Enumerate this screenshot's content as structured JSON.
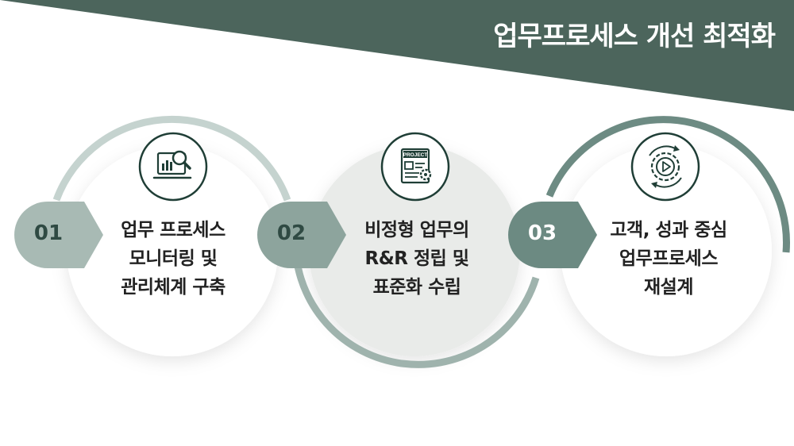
{
  "title": "업무프로세스 개선 최적화",
  "colors": {
    "banner": "#4c655c",
    "arc1": "#c5d3cf",
    "arc2": "#9fb3ad",
    "arc3": "#6d8b83",
    "bubble1": "#a8bab4",
    "bubble2": "#8da49d",
    "bubble3": "#6c8a82",
    "icon": "#1f3e36"
  },
  "steps": [
    {
      "number": "01",
      "lines": [
        "업무 프로세스",
        "모니터링 및",
        "관리체계 구축"
      ],
      "icon": "monitoring-analytics-icon"
    },
    {
      "number": "02",
      "lines": [
        "비정형 업무의",
        "R&R 정립 및",
        "표준화 수립"
      ],
      "icon_text": "PROJECT",
      "icon": "project-document-icon"
    },
    {
      "number": "03",
      "lines": [
        "고객, 성과 중심",
        "업무프로세스",
        "재설계"
      ],
      "icon": "process-cycle-icon"
    }
  ]
}
